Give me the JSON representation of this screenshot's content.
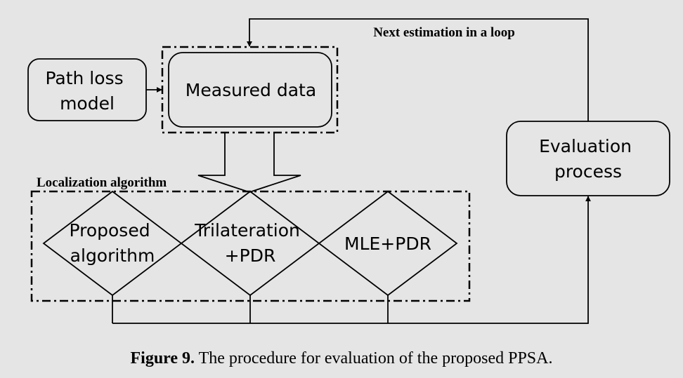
{
  "nodes": {
    "path_loss": [
      "Path loss",
      "model"
    ],
    "measured": "Measured data",
    "evaluation": [
      "Evaluation",
      "process"
    ],
    "proposed": [
      "Proposed",
      "algorithm"
    ],
    "trilateration": [
      "Trilateration",
      "+PDR"
    ],
    "mle": "MLE+PDR"
  },
  "labels": {
    "loop": "Next estimation in a loop",
    "localization": "Localization algorithm"
  },
  "caption": {
    "label": "Figure 9.",
    "text": " The procedure for evaluation of the proposed PPSA."
  }
}
